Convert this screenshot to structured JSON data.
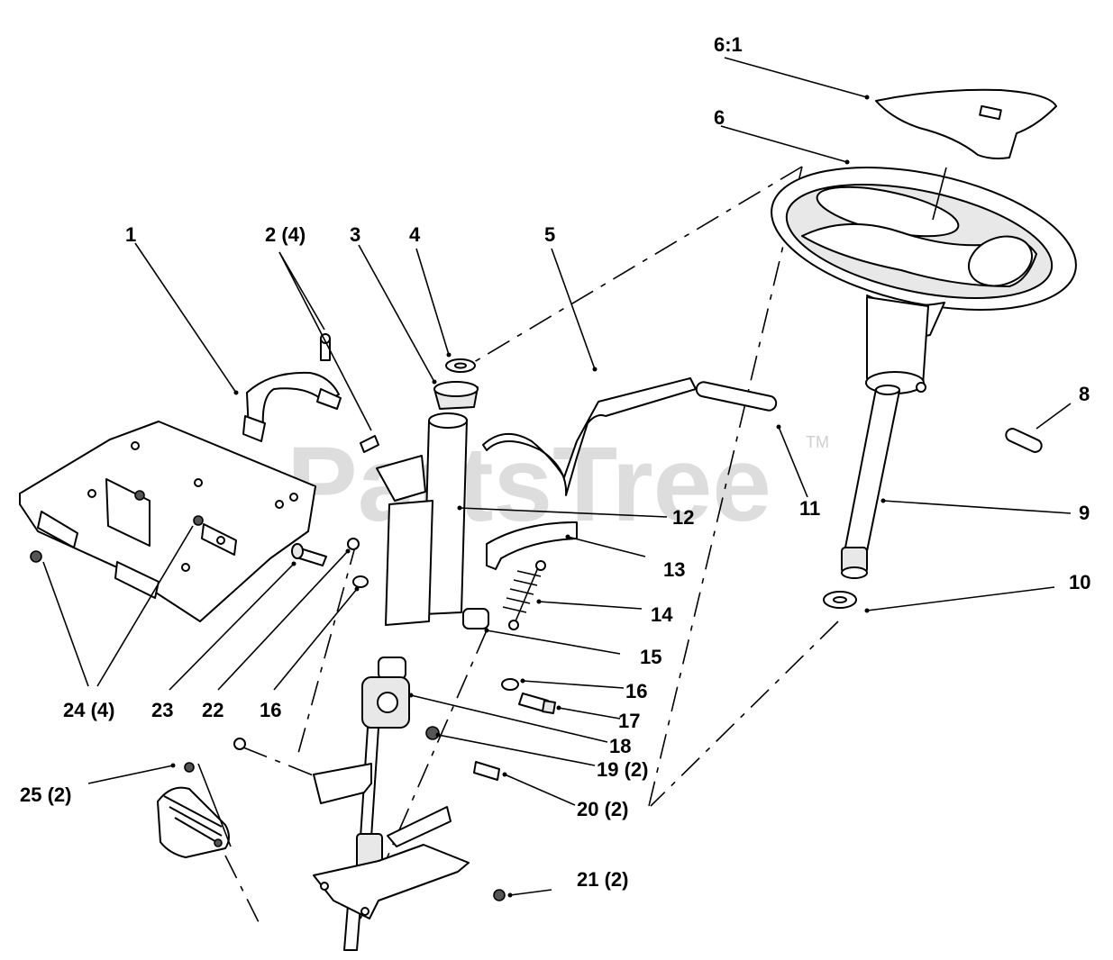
{
  "watermark": {
    "text": "PartsTree",
    "trademark": "TM"
  },
  "callouts": [
    {
      "id": "c6-1",
      "label": "6:1"
    },
    {
      "id": "c6",
      "label": "6"
    },
    {
      "id": "c1",
      "label": "1"
    },
    {
      "id": "c2",
      "label": "2 (4)"
    },
    {
      "id": "c3",
      "label": "3"
    },
    {
      "id": "c4",
      "label": "4"
    },
    {
      "id": "c5",
      "label": "5"
    },
    {
      "id": "c8",
      "label": "8"
    },
    {
      "id": "c9",
      "label": "9"
    },
    {
      "id": "c10",
      "label": "10"
    },
    {
      "id": "c11",
      "label": "11"
    },
    {
      "id": "c12",
      "label": "12"
    },
    {
      "id": "c13",
      "label": "13"
    },
    {
      "id": "c14",
      "label": "14"
    },
    {
      "id": "c15",
      "label": "15"
    },
    {
      "id": "c16a",
      "label": "16"
    },
    {
      "id": "c17",
      "label": "17"
    },
    {
      "id": "c18",
      "label": "18"
    },
    {
      "id": "c19",
      "label": "19 (2)"
    },
    {
      "id": "c20",
      "label": "20 (2)"
    },
    {
      "id": "c21",
      "label": "21 (2)"
    },
    {
      "id": "c24",
      "label": "24 (4)"
    },
    {
      "id": "c23",
      "label": "23"
    },
    {
      "id": "c22",
      "label": "22"
    },
    {
      "id": "c16b",
      "label": "16"
    },
    {
      "id": "c25",
      "label": "25 (2)"
    }
  ]
}
